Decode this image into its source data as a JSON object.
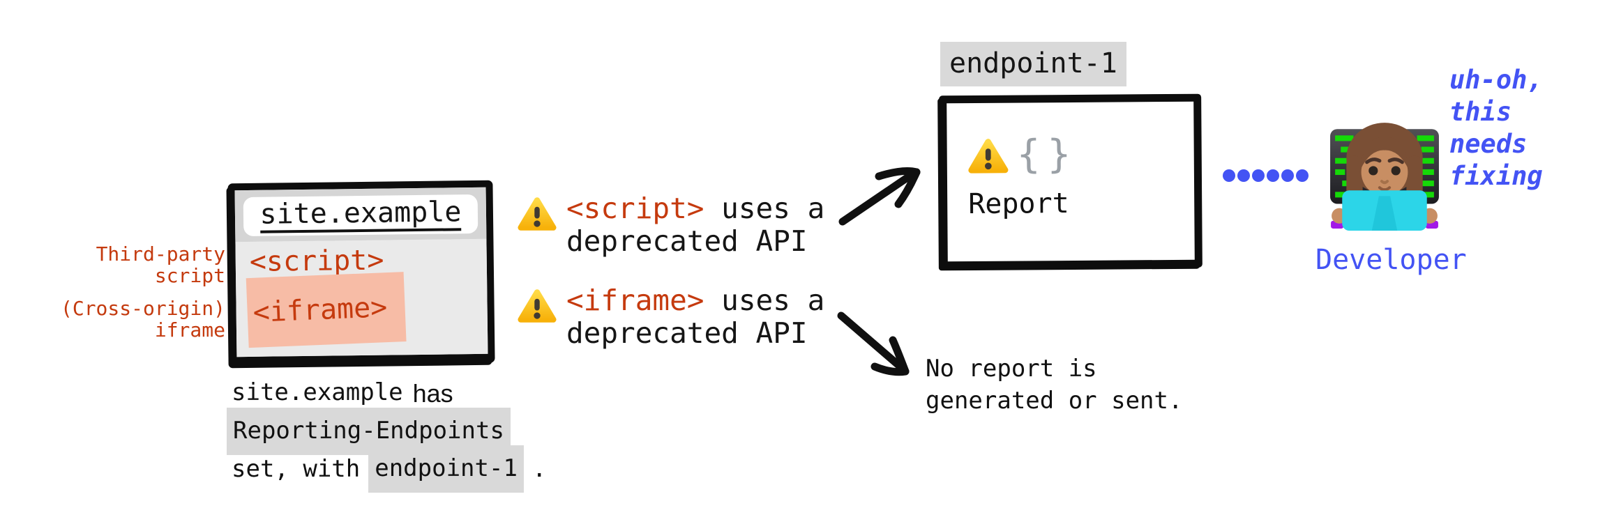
{
  "labels": {
    "third_party": "Third-party\nscript",
    "cross_origin": "(Cross-origin)\niframe"
  },
  "window": {
    "address": "site.example",
    "script_tag": "<script>",
    "iframe_tag": "<iframe>"
  },
  "warnings": [
    {
      "tag": "<script>",
      "suffix": " uses a",
      "line2": "deprecated API"
    },
    {
      "tag": "<iframe>",
      "suffix": " uses a",
      "line2": "deprecated API"
    }
  ],
  "endpoint": {
    "label": "endpoint-1",
    "braces": "{}",
    "report_label": "Report"
  },
  "outcome": {
    "no_report": "No report is\ngenerated or sent."
  },
  "caption": {
    "site": "site.example",
    "has": "has",
    "header_name": "Reporting-Endpoints",
    "set_with": "set, with",
    "endpoint": "endpoint-1",
    "period": "."
  },
  "developer": {
    "label": "Developer",
    "thought": "uh-oh,\nthis\nneeds\nfixing"
  },
  "icons": {
    "warning": "warning-triangle",
    "braces": "json-report-braces",
    "developer": "woman-technologist-emoji",
    "connector": "blue-dotted-line",
    "arrows": "hand-drawn-black-arrows"
  },
  "colors": {
    "code_red": "#c53a0e",
    "accent_blue": "#4353f4",
    "highlight_gray": "#d9d9d9",
    "iframe_salmon": "#f7bca6",
    "warning_yellow": "#fdc820",
    "ink": "#0d0d0d"
  }
}
